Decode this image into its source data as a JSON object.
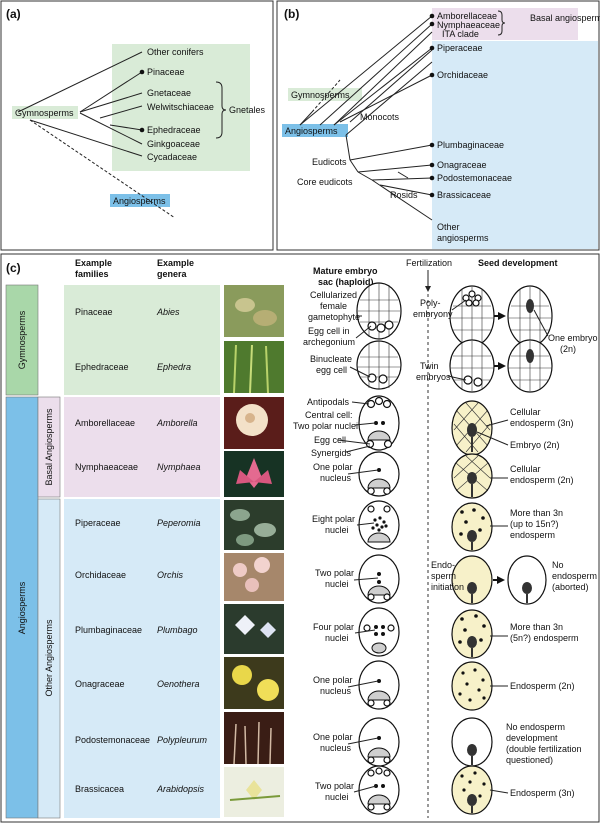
{
  "panel_a": {
    "label": "(a)",
    "gymnosperms": "Gymnosperms",
    "angiosperms": "Angiosperms",
    "taxa": [
      "Other conifers",
      "Pinaceae",
      "Gnetaceae",
      "Welwitschiaceae",
      "Ephedraceae",
      "Ginkgoaceae",
      "Cycadaceae"
    ],
    "gnetales": "Gnetales"
  },
  "panel_b": {
    "label": "(b)",
    "gymnosperms": "Gymnosperms",
    "angiosperms": "Angiosperms",
    "basal": [
      "Amborellaceae",
      "Nymphaeaceae",
      "ITA clade"
    ],
    "basal_group": "Basal angiosperms",
    "taxa": [
      "Piperaceae",
      "Orchidaceae",
      "Plumbaginaceae",
      "Onagraceae",
      "Podostemonaceae",
      "Brassicaceae"
    ],
    "other": [
      "Other",
      "angiosperms"
    ],
    "monocots": "Monocots",
    "eudicots": "Eudicots",
    "core_eudicots": "Core eudicots",
    "rosids": "Rosids"
  },
  "panel_c": {
    "label": "(c)",
    "headers": {
      "families": [
        "Example",
        "families"
      ],
      "genera": [
        "Example",
        "genera"
      ],
      "embryo_sac": [
        "Mature embryo",
        "sac (haploid)"
      ],
      "fertilization": "Fertilization",
      "seed": "Seed development"
    },
    "groups": {
      "gymnosperms": "Gymnosperms",
      "angiosperms": "Angiosperms",
      "basal": "Basal Angiosperms",
      "other": "Other Angiosperms"
    },
    "rows": [
      {
        "family": "Pinaceae",
        "genus": "Abies"
      },
      {
        "family": "Ephedraceae",
        "genus": "Ephedra"
      },
      {
        "family": "Amborellaceae",
        "genus": "Amborella"
      },
      {
        "family": "Nymphaeaceae",
        "genus": "Nymphaea"
      },
      {
        "family": "Piperaceae",
        "genus": "Peperomia"
      },
      {
        "family": "Orchidaceae",
        "genus": "Orchis"
      },
      {
        "family": "Plumbaginaceae",
        "genus": "Plumbago"
      },
      {
        "family": "Onagraceae",
        "genus": "Oenothera"
      },
      {
        "family": "Podostemonaceae",
        "genus": "Polypleurum"
      },
      {
        "family": "Brassicacea",
        "genus": "Arabidopsis"
      }
    ],
    "sac_labels": {
      "r0": [
        "Cellularized",
        "female",
        "gametophyte",
        "Egg cell in",
        "archegonium"
      ],
      "r1": [
        "Binucleate",
        "egg cell"
      ],
      "r2": [
        "Antipodals",
        "Central cell:",
        "Two polar nuclei",
        "Egg cell",
        "Synergids"
      ],
      "r3": [
        "One polar",
        "nucleus"
      ],
      "r4": [
        "Eight polar",
        "nuclei"
      ],
      "r5": [
        "Two polar",
        "nuclei"
      ],
      "r6": [
        "Four polar",
        "nuclei"
      ],
      "r7": [
        "One polar",
        "nucleus"
      ],
      "r8": [
        "One polar",
        "nucleus"
      ],
      "r9": [
        "Two polar",
        "nuclei"
      ]
    },
    "seed_labels": {
      "r0a": [
        "Poly-",
        "embryony"
      ],
      "r0b": [
        "One embryo",
        "(2n)"
      ],
      "r1": [
        "Twin",
        "embryos"
      ],
      "r2a": [
        "Cellular",
        "endosperm (3n)"
      ],
      "r2b": "Embryo (2n)",
      "r3": [
        "Cellular",
        "endosperm (2n)"
      ],
      "r4": [
        "More than 3n",
        "(up to 15n?)",
        "endosperm"
      ],
      "r5a": [
        "Endo-",
        "sperm",
        "initiation"
      ],
      "r5b": [
        "No",
        "endosperm",
        "(aborted)"
      ],
      "r6": [
        "More than 3n",
        "(5n?) endosperm"
      ],
      "r7": "Endosperm (2n)",
      "r8": [
        "No endosperm",
        "development",
        "(double fertilization",
        "questioned)"
      ],
      "r9": "Endosperm (3n)"
    }
  },
  "colors": {
    "green": "#d9ebd7",
    "blue": "#d6eaf7",
    "pink": "#ecdeec",
    "cream": "#f7f1c9",
    "sidebar_green": "#a9d7a9",
    "sidebar_blue": "#7cc0e8"
  }
}
